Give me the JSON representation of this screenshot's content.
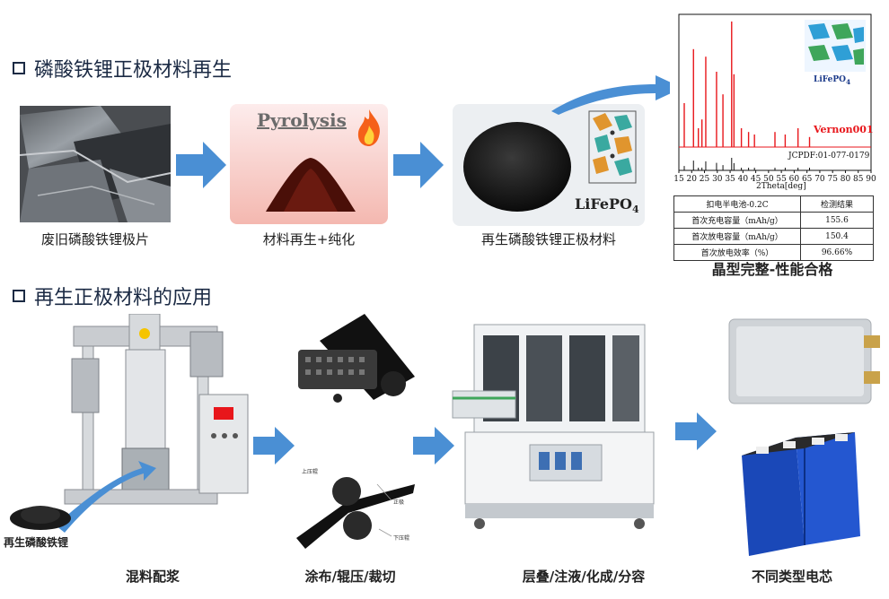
{
  "section1": {
    "title": "磷酸铁锂正极材料再生"
  },
  "section2": {
    "title": "再生正极材料的应用"
  },
  "step1": {
    "label": "废旧磷酸铁锂极片"
  },
  "step2": {
    "label": "材料再生+纯化",
    "image_text": "Pyrolysis"
  },
  "step3": {
    "label": "再生磷酸铁锂正极材料",
    "formula": "LiFePO",
    "formula_sub": "4"
  },
  "xrd": {
    "inset_label": "LiFePO",
    "inset_sub": "4",
    "series_label": "Vernon001",
    "reference_label": "JCPDF:01-077-0179",
    "xlabel": "2Theta[deg]",
    "xticks": [
      "15",
      "20",
      "25",
      "30",
      "35",
      "40",
      "45",
      "50",
      "55",
      "60",
      "65",
      "70",
      "75",
      "80",
      "85",
      "90"
    ],
    "caption": "晶型完整-性能合格"
  },
  "results_table": {
    "header": [
      "扣电半电池-0.2C",
      "检测结果"
    ],
    "rows": [
      [
        "首次充电容量（mAh/g）",
        "155.6"
      ],
      [
        "首次放电容量（mAh/g）",
        "150.4"
      ],
      [
        "首次放电效率（%）",
        "96.66%"
      ]
    ]
  },
  "app": {
    "mixer_label": "混料配浆",
    "powder_label": "再生磷酸铁锂",
    "coating_label": "涂布/辊压/裁切",
    "roller_labels": [
      "上压辊",
      "正极",
      "下压辊"
    ],
    "assembly_label": "层叠/注液/化成/分容",
    "cell_label": "不同类型电芯"
  },
  "chart_data": {
    "type": "line",
    "title": "",
    "xlabel": "2Theta[deg]",
    "ylabel": "",
    "xlim": [
      15,
      90
    ],
    "series": [
      {
        "name": "Vernon001",
        "x": [
          17.1,
          20.7,
          22.6,
          24.0,
          25.5,
          29.7,
          32.2,
          35.6,
          36.5,
          39.4,
          42.2,
          44.5,
          52.5,
          56.5,
          61.5,
          66.0
        ],
        "values": [
          0.35,
          0.78,
          0.15,
          0.22,
          0.72,
          0.6,
          0.42,
          1.0,
          0.58,
          0.15,
          0.12,
          0.1,
          0.12,
          0.1,
          0.15,
          0.08
        ]
      }
    ],
    "legend": "right"
  },
  "colors": {
    "title_dark": "#1b2a44",
    "arrow_blue": "#4a8fd4",
    "xrd_red": "#e8161b",
    "pyro_pink": "#f8d0c8"
  }
}
